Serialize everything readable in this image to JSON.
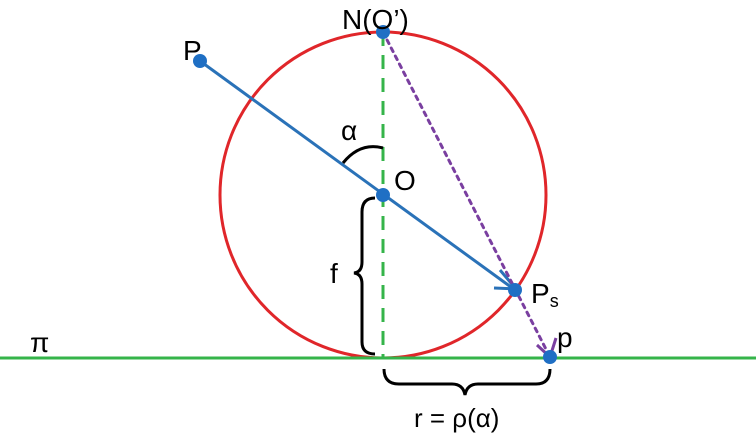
{
  "labels": {
    "north": "N(O’)",
    "p_outer": "P",
    "alpha": "α",
    "center": "O",
    "p_sphere": "P",
    "p_sphere_sub": "s",
    "f": "f",
    "pi": "π",
    "p_plane": "p",
    "radius_formula": "r = ρ(α)"
  },
  "colors": {
    "circle": "#e0262a",
    "ray": "#2a72b8",
    "point": "#1f6fc4",
    "plane": "#35b44a",
    "axis": "#35b44a",
    "projection": "#7a3fa0",
    "bracket": "#000000"
  }
}
